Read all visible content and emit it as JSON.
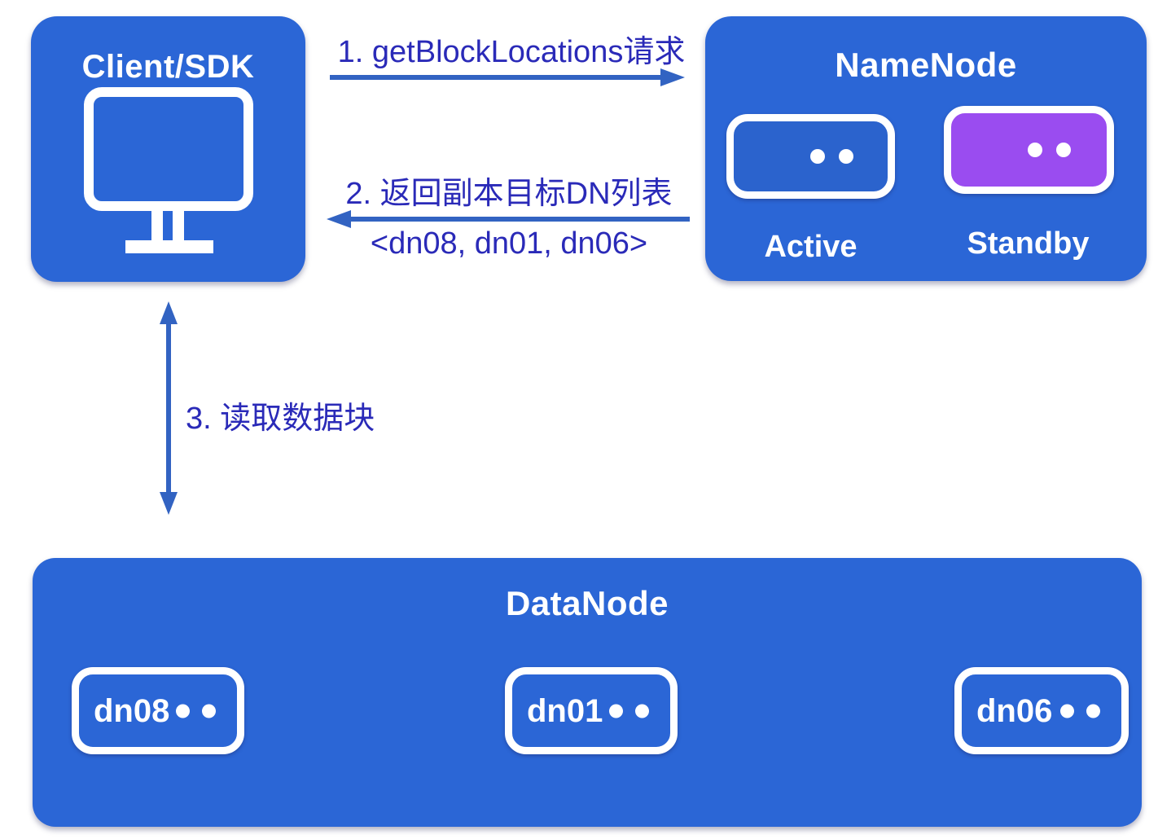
{
  "client": {
    "title": "Client/SDK"
  },
  "namenode": {
    "title": "NameNode",
    "active_label": "Active",
    "standby_label": "Standby"
  },
  "datanode": {
    "title": "DataNode",
    "nodes": [
      {
        "label": "dn08"
      },
      {
        "label": "dn01"
      },
      {
        "label": "dn06"
      }
    ]
  },
  "steps": {
    "step1": "1. getBlockLocations请求",
    "step2_line1": "2. 返回副本目标DN列表",
    "step2_line2": "<dn08, dn01, dn06>",
    "step3": "3. 读取数据块"
  },
  "colors": {
    "box_blue": "#2b66d6",
    "standby_purple": "#9a4cf0",
    "step_text_blue": "#2a2ab8",
    "arrow_blue": "#3263c2",
    "icon_white": "#ffffff"
  }
}
